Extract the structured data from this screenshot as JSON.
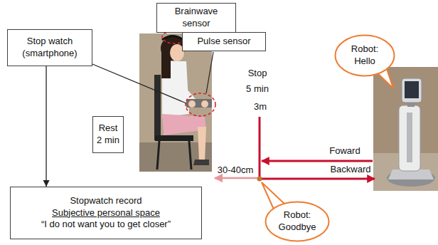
{
  "diagram": {
    "nodes": [
      {
        "text": [
          "Brainwave sensor"
        ]
      },
      {
        "text": [
          "Stop watch (smartphone)"
        ]
      },
      {
        "text": [
          "Pulse sensor"
        ]
      },
      {
        "text": [
          "Robot: Hello"
        ]
      },
      {
        "text": [
          "Rest 2 min"
        ]
      },
      {
        "text": [
          "Stopwatch record",
          "Subjective personal space",
          "“I do not want you to get closer”"
        ]
      },
      {
        "text": [
          "Robot: Goodbye"
        ]
      }
    ],
    "edges": [
      {
        "from": 1,
        "to": 5,
        "arrow": "to"
      }
    ],
    "labels": [
      "Stop 5 min",
      "3m",
      "Foward",
      "30-40cm",
      "Backward"
    ]
  }
}
